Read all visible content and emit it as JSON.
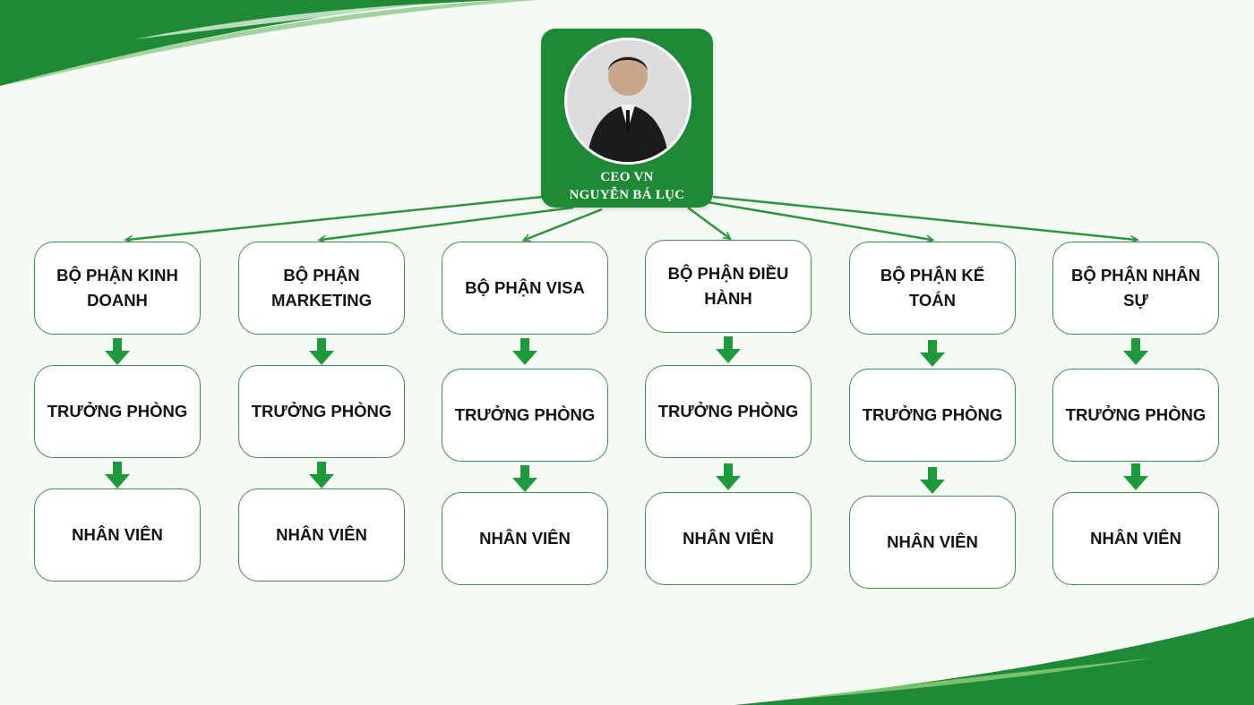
{
  "ceo": {
    "title": "CEO VN",
    "name": "NGUYỄN BÁ LỤC"
  },
  "departments": [
    {
      "name": "BỘ PHẬN KINH DOANH",
      "manager": "TRƯỞNG PHÒNG",
      "staff": "NHÂN VIÊN"
    },
    {
      "name": "BỘ PHẬN MARKETING",
      "manager": "TRƯỞNG PHÒNG",
      "staff": "NHÂN VIÊN"
    },
    {
      "name": "BỘ PHẬN VISA",
      "manager": "TRƯỞNG PHÒNG",
      "staff": "NHÂN VIÊN"
    },
    {
      "name": "BỘ PHẬN ĐIỀU HÀNH",
      "manager": "TRƯỞNG PHÒNG",
      "staff": "NHÂN VIÊN"
    },
    {
      "name": "BỘ PHẬN KẾ TOÁN",
      "manager": "TRƯỞNG PHÒNG",
      "staff": "NHÂN VIÊN"
    },
    {
      "name": "BỘ PHẬN NHÂN SỰ",
      "manager": "TRƯỞNG PHÒNG",
      "staff": "NHÂN VIÊN"
    }
  ],
  "colors": {
    "accent": "#1f8a35",
    "box_border": "#3c8f4a",
    "arrow": "#1f9a3a",
    "background": "#f6faf4"
  }
}
